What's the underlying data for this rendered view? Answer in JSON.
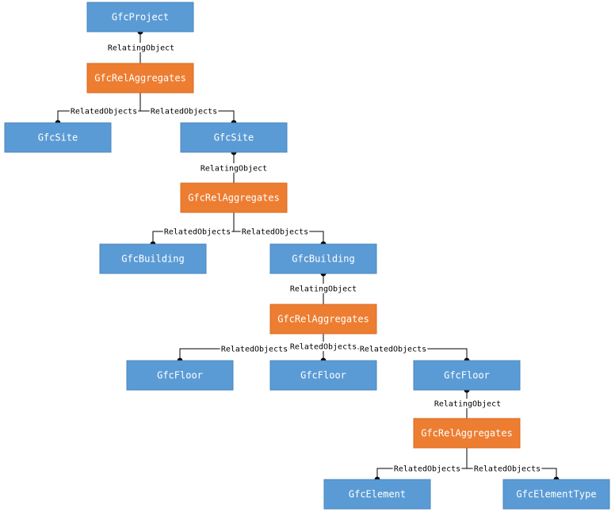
{
  "colors": {
    "entity_fill": "#5b9bd5",
    "entity_stroke": "#4a86bd",
    "relation_fill": "#ed7d31",
    "relation_stroke": "#d86b22",
    "text": "#ffffff",
    "line": "#000000"
  },
  "nodes": [
    {
      "id": "project",
      "kind": "entity",
      "label": "GfcProject"
    },
    {
      "id": "rel1",
      "kind": "relation",
      "label": "GfcRelAggregates"
    },
    {
      "id": "site1",
      "kind": "entity",
      "label": "GfcSite"
    },
    {
      "id": "site2",
      "kind": "entity",
      "label": "GfcSite"
    },
    {
      "id": "rel2",
      "kind": "relation",
      "label": "GfcRelAggregates"
    },
    {
      "id": "building1",
      "kind": "entity",
      "label": "GfcBuilding"
    },
    {
      "id": "building2",
      "kind": "entity",
      "label": "GfcBuilding"
    },
    {
      "id": "rel3",
      "kind": "relation",
      "label": "GfcRelAggregates"
    },
    {
      "id": "floor1",
      "kind": "entity",
      "label": "GfcFloor"
    },
    {
      "id": "floor2",
      "kind": "entity",
      "label": "GfcFloor"
    },
    {
      "id": "floor3",
      "kind": "entity",
      "label": "GfcFloor"
    },
    {
      "id": "rel4",
      "kind": "relation",
      "label": "GfcRelAggregates"
    },
    {
      "id": "element",
      "kind": "entity",
      "label": "GfcElement"
    },
    {
      "id": "elementtype",
      "kind": "entity",
      "label": "GfcElementType"
    }
  ],
  "edges": [
    {
      "id": "e1",
      "from": "project",
      "to": "rel1",
      "kind": "relating",
      "label": "RelatingObject"
    },
    {
      "id": "e2",
      "from": "rel1",
      "to": "site1",
      "kind": "related",
      "label": "RelatedObjects"
    },
    {
      "id": "e3",
      "from": "rel1",
      "to": "site2",
      "kind": "related",
      "label": "RelatedObjects"
    },
    {
      "id": "e4",
      "from": "site2",
      "to": "rel2",
      "kind": "relating",
      "label": "RelatingObject"
    },
    {
      "id": "e5",
      "from": "rel2",
      "to": "building1",
      "kind": "related",
      "label": "RelatedObjects"
    },
    {
      "id": "e6",
      "from": "rel2",
      "to": "building2",
      "kind": "related",
      "label": "RelatedObjects"
    },
    {
      "id": "e7",
      "from": "building2",
      "to": "rel3",
      "kind": "relating",
      "label": "RelatingObject"
    },
    {
      "id": "e8",
      "from": "rel3",
      "to": "floor1",
      "kind": "related",
      "label": "RelatedObjects"
    },
    {
      "id": "e9",
      "from": "rel3",
      "to": "floor2",
      "kind": "related",
      "label": "RelatedObjects"
    },
    {
      "id": "e10",
      "from": "rel3",
      "to": "floor3",
      "kind": "related",
      "label": "RelatedObjects"
    },
    {
      "id": "e11",
      "from": "floor3",
      "to": "rel4",
      "kind": "relating",
      "label": "RelatingObject"
    },
    {
      "id": "e12",
      "from": "rel4",
      "to": "element",
      "kind": "related",
      "label": "RelatedObjects"
    },
    {
      "id": "e13",
      "from": "rel4",
      "to": "elementtype",
      "kind": "related",
      "label": "RelatedObjects"
    }
  ]
}
